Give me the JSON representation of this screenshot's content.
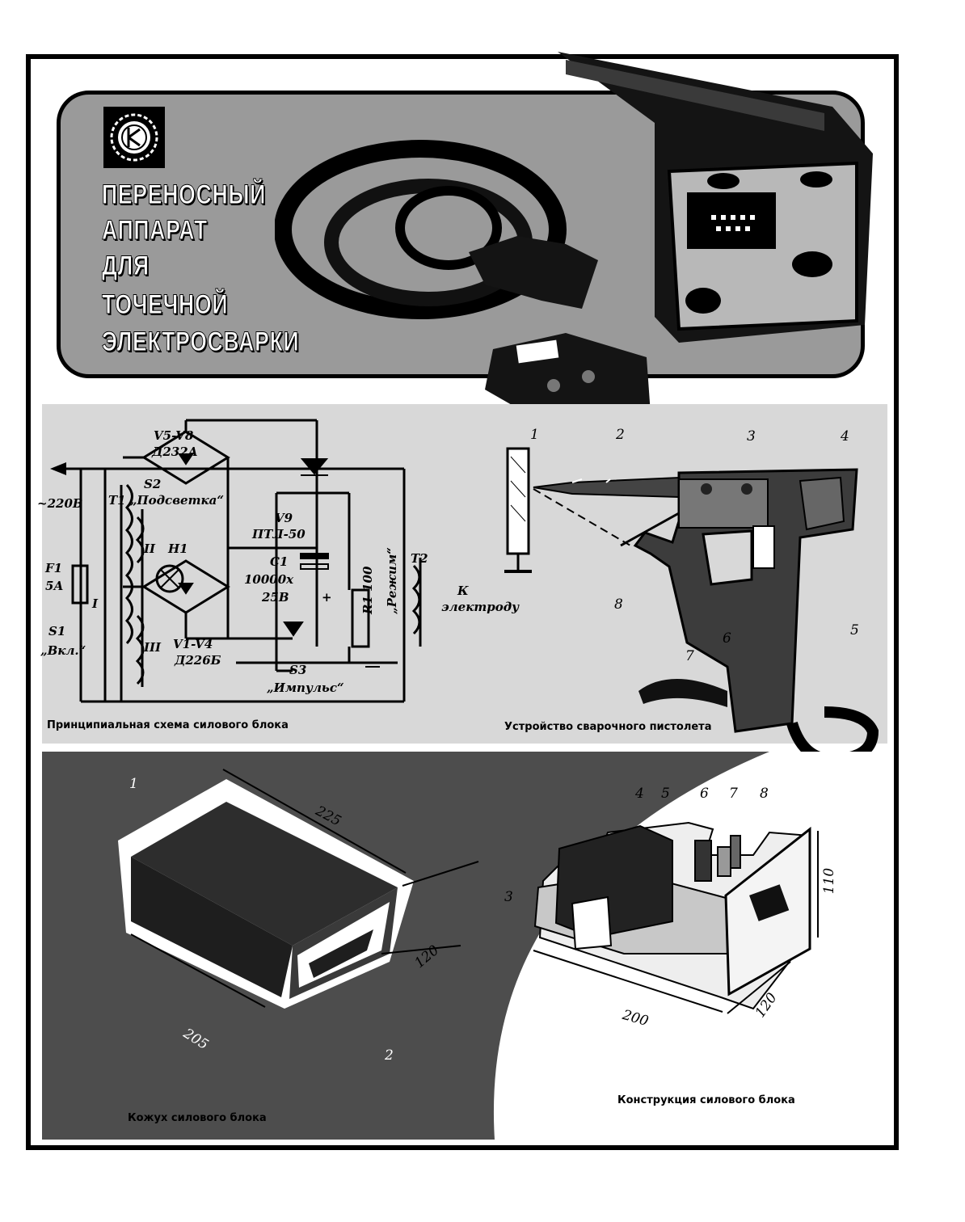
{
  "title": {
    "lines": [
      "ПЕРЕНОСНЫЙ",
      "АППАРАТ",
      "ДЛЯ",
      "ТОЧЕЧНОЙ",
      "ЭЛЕКТРОСВАРКИ"
    ]
  },
  "schematic": {
    "caption": "Принципиальная схема силового блока",
    "labels": {
      "v5v8": "V5-V8",
      "d232a": "Д232А",
      "s2": "S2",
      "t1_podsvetka": "T1 „Подсветка“",
      "v9": "V9",
      "ptl50": "ПТЛ-50",
      "mains": "~220В",
      "winding_ii": "II",
      "h1": "H1",
      "c1": "C1",
      "c1_value": "10000х",
      "c1_voltage": "25В",
      "plus": "+",
      "f1": "F1",
      "f1_value": "5А",
      "winding_i": "I",
      "r1": "R1 100",
      "rezhim": "„Режим“",
      "t2": "T2",
      "k": "К",
      "electrodu": "электроду",
      "s1": "S1",
      "vkl": "„Вкл.“",
      "winding_iii": "III",
      "v1v4": "V1-V4",
      "d226b": "Д226Б",
      "s3": "S3",
      "impuls": "„Импульс“"
    }
  },
  "pistol": {
    "caption": "Устройство сварочного пистолета",
    "numbers": [
      "1",
      "2",
      "3",
      "4",
      "8",
      "6",
      "7",
      "5"
    ]
  },
  "casing": {
    "caption": "Кожух силового блока",
    "dims": [
      "225",
      "120",
      "205"
    ],
    "numbers": [
      "1",
      "2"
    ]
  },
  "construction": {
    "caption": "Конструкция силового блока",
    "dims": [
      "110",
      "200",
      "120"
    ],
    "numbers": [
      "4",
      "5",
      "6",
      "7",
      "8",
      "3"
    ]
  }
}
